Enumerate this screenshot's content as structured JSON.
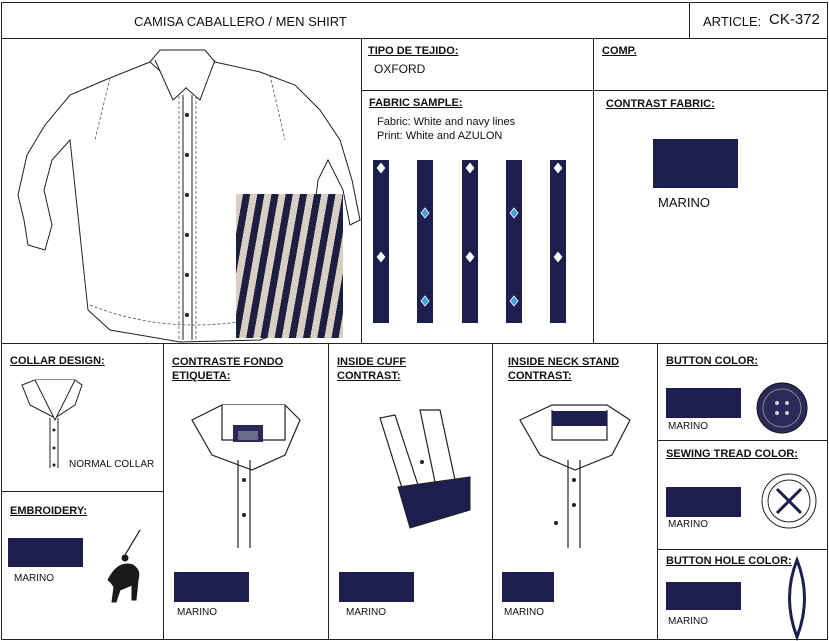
{
  "header": {
    "title": "CAMISA CABALLERO / MEN SHIRT",
    "article_label": "ARTICLE:",
    "article_code": "CK-372"
  },
  "colors": {
    "navy": "#1e1e4e",
    "contrast": "#1e1e4e"
  },
  "tipo": {
    "heading": "TIPO DE TEJIDO:",
    "value": "OXFORD"
  },
  "comp": {
    "heading": "COMP."
  },
  "fabric_sample": {
    "heading": "FABRIC SAMPLE:",
    "line1": "Fabric:  White and navy lines",
    "line2": "Print:   White and AZULON"
  },
  "contrast_fabric": {
    "heading": "CONTRAST FABRIC:",
    "color": "MARINO"
  },
  "collar": {
    "heading": "COLLAR DESIGN:",
    "type": "NORMAL COLLAR"
  },
  "etiqueta": {
    "heading_line1": "CONTRASTE FONDO",
    "heading_line2": "ETIQUETA:",
    "color": "MARINO"
  },
  "cuff": {
    "heading_line1": "INSIDE CUFF",
    "heading_line2": "CONTRAST:",
    "color": "MARINO"
  },
  "neck": {
    "heading_line1": "INSIDE NECK STAND",
    "heading_line2": "CONTRAST:",
    "color": "MARINO"
  },
  "button": {
    "heading": "BUTTON COLOR:",
    "color": "MARINO"
  },
  "tread": {
    "heading": "SEWING TREAD COLOR:",
    "color": "MARINO"
  },
  "hole": {
    "heading": "BUTTON HOLE COLOR:",
    "color": "MARINO"
  },
  "embroidery": {
    "heading": "EMBROIDERY:",
    "color": "MARINO"
  }
}
